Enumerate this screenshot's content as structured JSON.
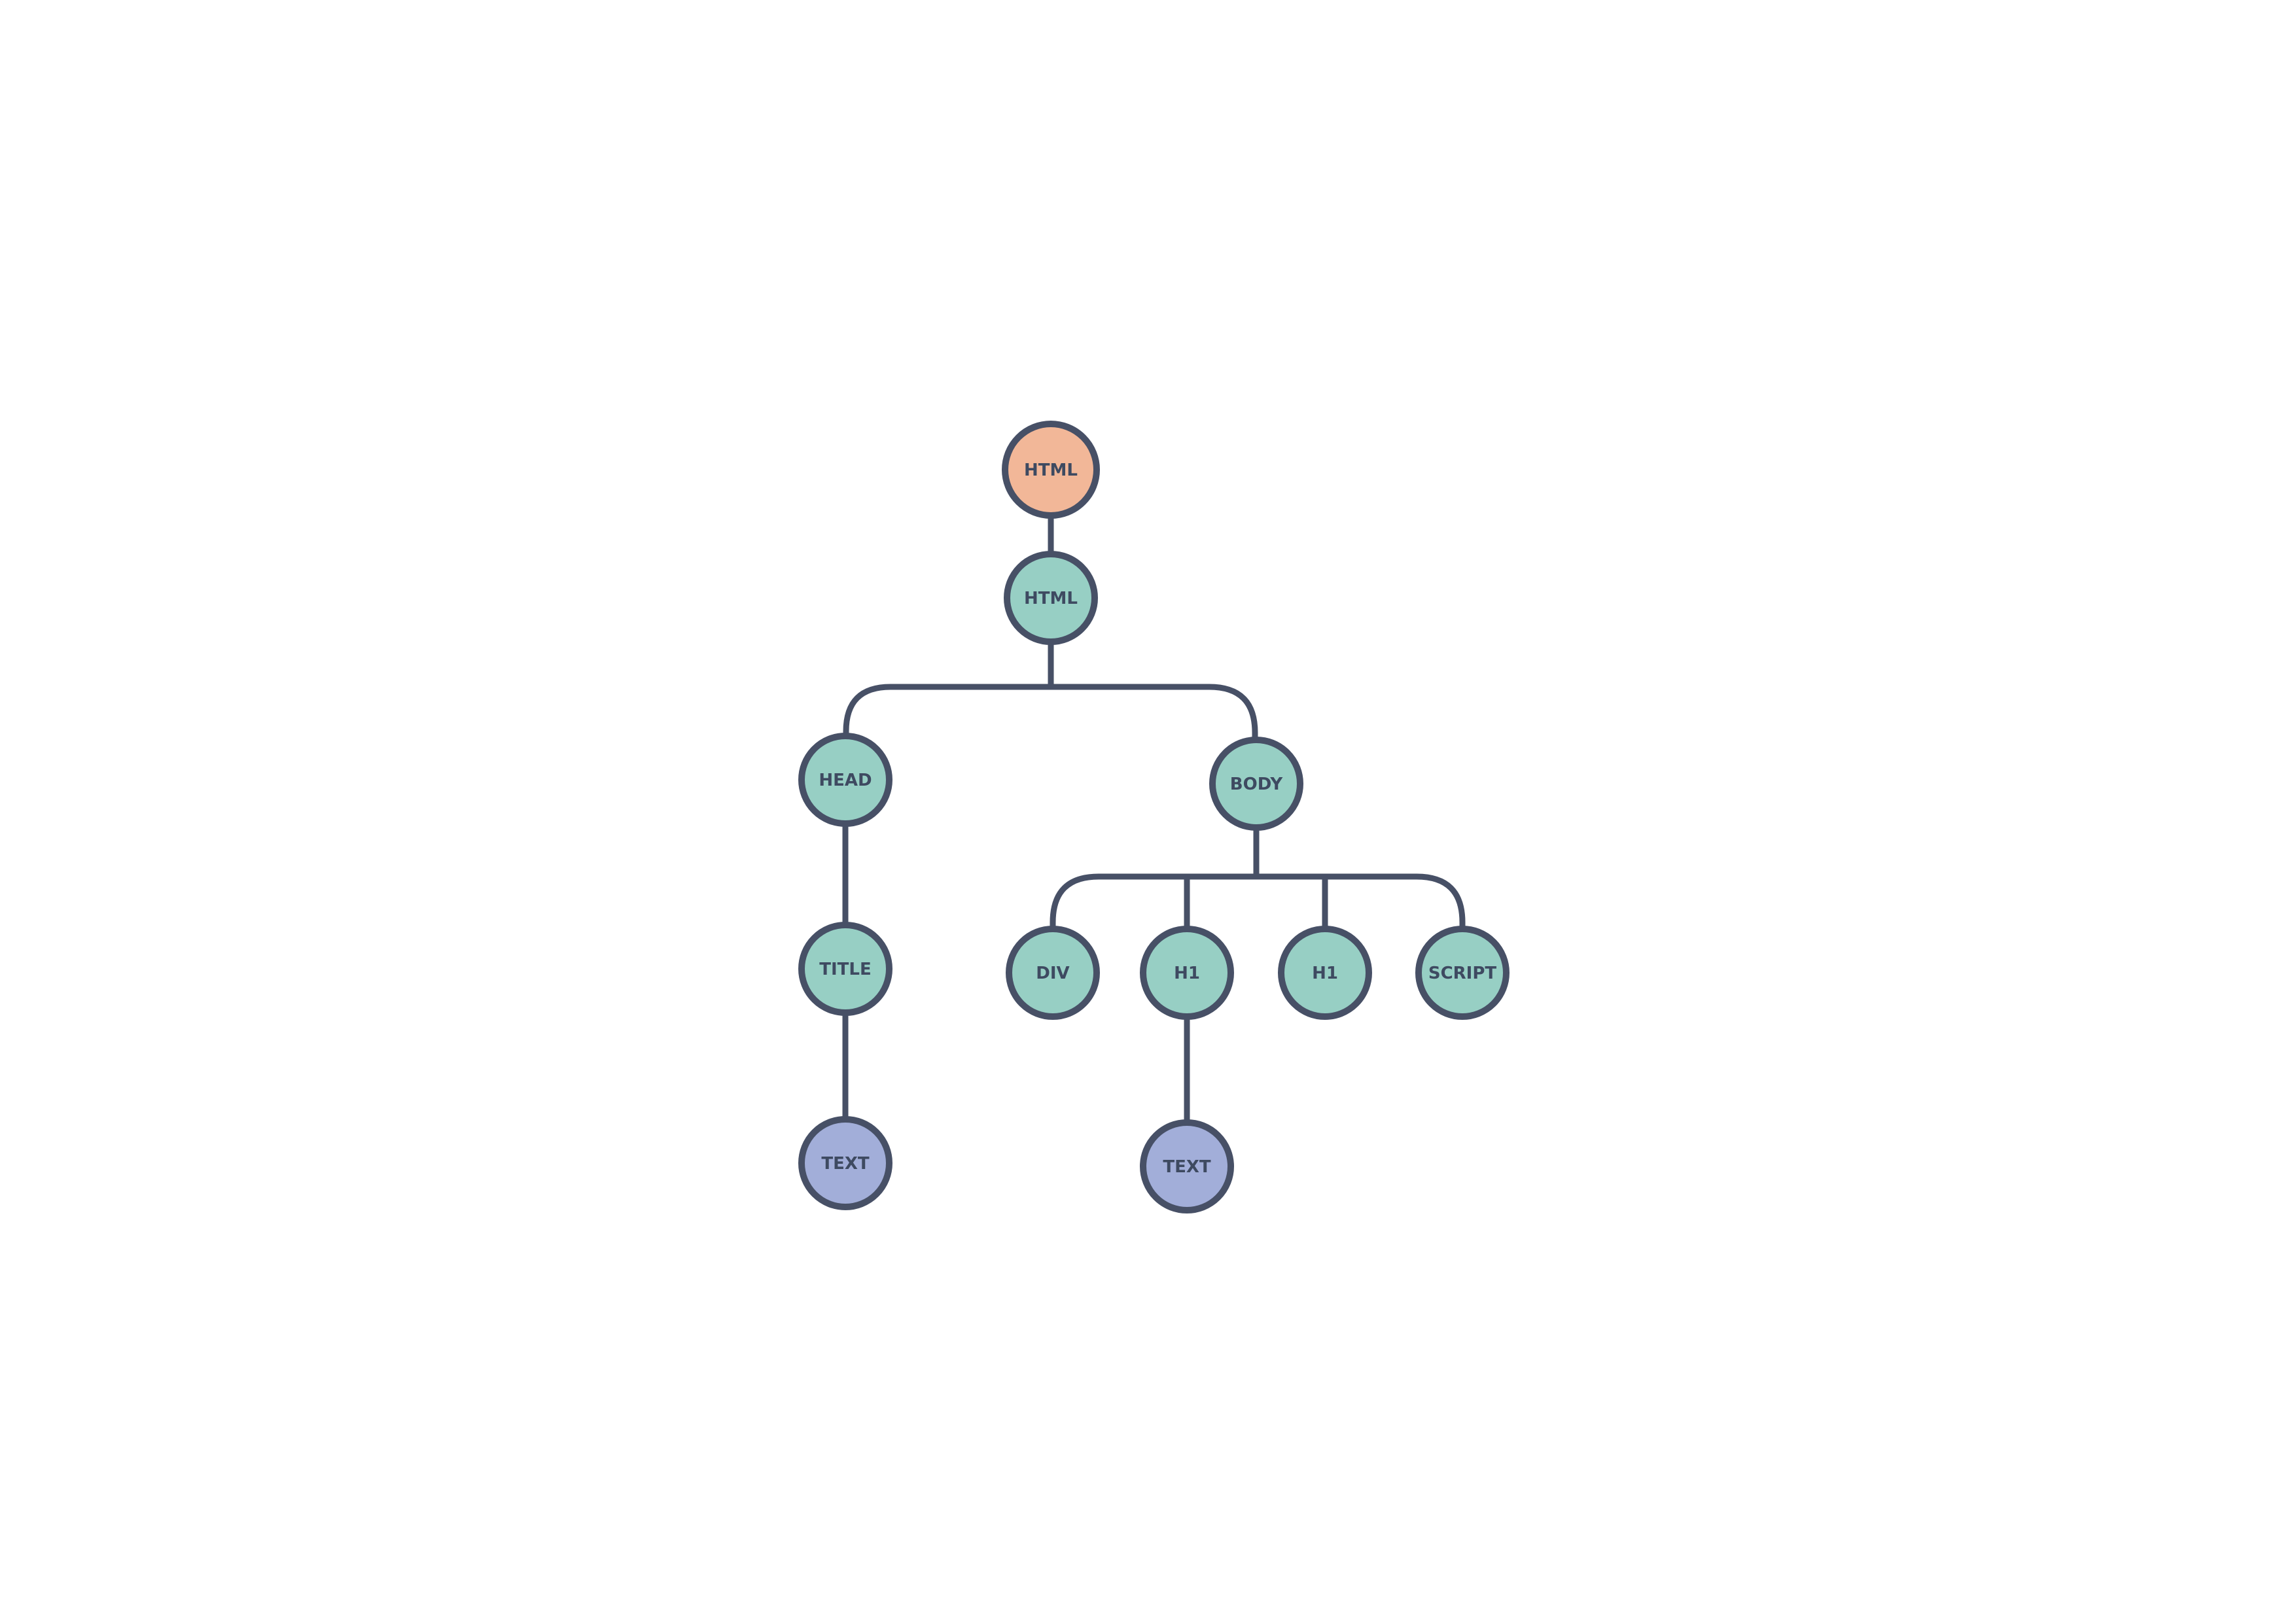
{
  "colors": {
    "stroke": "#475066",
    "label": "#3e4a61",
    "root_fill": "#f2b798",
    "element_fill": "#97cfc4",
    "text_fill": "#a2aed9",
    "background": "#ffffff"
  },
  "nodes": [
    {
      "id": "document",
      "label": "HTML",
      "kind": "root"
    },
    {
      "id": "html",
      "label": "HTML",
      "kind": "element"
    },
    {
      "id": "head",
      "label": "HEAD",
      "kind": "element"
    },
    {
      "id": "body",
      "label": "BODY",
      "kind": "element"
    },
    {
      "id": "title",
      "label": "TITLE",
      "kind": "element"
    },
    {
      "id": "title_text",
      "label": "TEXT",
      "kind": "text"
    },
    {
      "id": "div",
      "label": "DIV",
      "kind": "element"
    },
    {
      "id": "h1_first",
      "label": "H1",
      "kind": "element"
    },
    {
      "id": "h1_second",
      "label": "H1",
      "kind": "element"
    },
    {
      "id": "script",
      "label": "SCRIPT",
      "kind": "element"
    },
    {
      "id": "h1_text",
      "label": "TEXT",
      "kind": "text"
    }
  ],
  "edges": [
    {
      "from": "document",
      "to": "html"
    },
    {
      "from": "html",
      "to": "head"
    },
    {
      "from": "html",
      "to": "body"
    },
    {
      "from": "head",
      "to": "title"
    },
    {
      "from": "title",
      "to": "title_text"
    },
    {
      "from": "body",
      "to": "div"
    },
    {
      "from": "body",
      "to": "h1_first"
    },
    {
      "from": "body",
      "to": "h1_second"
    },
    {
      "from": "body",
      "to": "script"
    },
    {
      "from": "h1_first",
      "to": "h1_text"
    }
  ]
}
